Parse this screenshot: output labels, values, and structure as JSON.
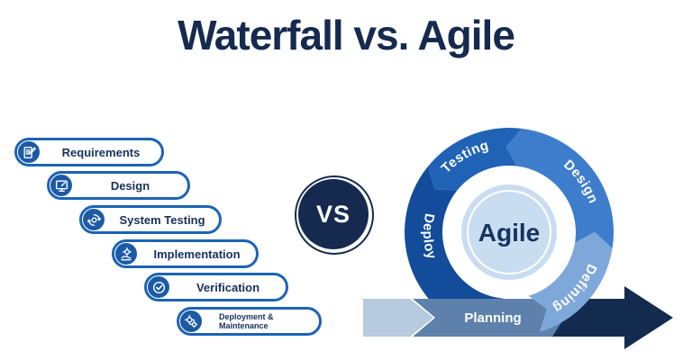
{
  "title": "Waterfall vs. Agile",
  "vs_label": "VS",
  "waterfall": {
    "steps": [
      {
        "label": "Requirements",
        "icon": "requirements-icon"
      },
      {
        "label": "Design",
        "icon": "design-icon"
      },
      {
        "label": "System Testing",
        "icon": "system-testing-icon"
      },
      {
        "label": "Implementation",
        "icon": "implementation-icon"
      },
      {
        "label": "Verification",
        "icon": "verification-icon"
      },
      {
        "label": "Deployment & Maintenance",
        "icon": "deployment-maintenance-icon"
      }
    ]
  },
  "agile": {
    "center_label": "Agile",
    "segments": [
      {
        "label": "Testing",
        "color": "#2063b6"
      },
      {
        "label": "Design",
        "color": "#3e7dcb"
      },
      {
        "label": "Defining",
        "color": "#7ea8da"
      },
      {
        "label": "Deploy",
        "color": "#124c9a"
      },
      {
        "label": "Planning",
        "color": "#5e81ab"
      }
    ]
  },
  "colors": {
    "title_navy": "#152a4e",
    "arrow_navy": "#132b4e",
    "pill_border": "#1b64b5",
    "pill_icon_circle": "#1d5aa6",
    "pill_text": "#17305e",
    "band_tail": "#b7cadf",
    "center_circle": "#c9ddf1",
    "background": "#ffffff"
  }
}
